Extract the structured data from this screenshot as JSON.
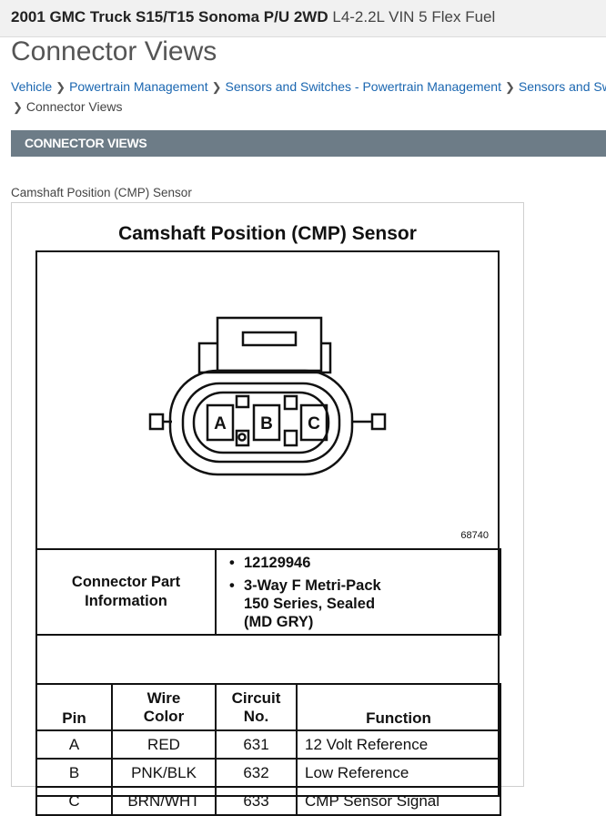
{
  "vehicle": {
    "title_bold": "2001 GMC Truck S15/T15 Sonoma P/U 2WD",
    "title_engine": "L4-2.2L VIN 5 Flex Fuel"
  },
  "page_title": "Connector Views",
  "breadcrumb": {
    "items": [
      "Vehicle",
      "Powertrain Management",
      "Sensors and Switches - Powertrain Management",
      "Sensors and Sw"
    ],
    "current": "Connector Views"
  },
  "section_header": "CONNECTOR VIEWS",
  "figure": {
    "caption": "Camshaft Position (CMP) Sensor",
    "diagram_title": "Camshaft Position (CMP) Sensor",
    "figure_number": "68740",
    "pin_letters": [
      "A",
      "B",
      "C"
    ]
  },
  "connector_info": {
    "label_line1": "Connector Part",
    "label_line2": "Information",
    "part_number": "12129946",
    "desc_line1": "3-Way F Metri-Pack",
    "desc_line2": "150 Series, Sealed",
    "desc_line3": "(MD GRY)"
  },
  "pin_table": {
    "headers": {
      "pin": "Pin",
      "wire_line1": "Wire",
      "wire_line2": "Color",
      "circuit_line1": "Circuit",
      "circuit_line2": "No.",
      "function": "Function"
    },
    "rows": [
      {
        "pin": "A",
        "color": "RED",
        "circuit": "631",
        "function": "12 Volt Reference"
      },
      {
        "pin": "B",
        "color": "PNK/BLK",
        "circuit": "632",
        "function": "Low Reference"
      },
      {
        "pin": "C",
        "color": "BRN/WHT",
        "circuit": "633",
        "function": "CMP Sensor Signal"
      }
    ]
  },
  "colors": {
    "link": "#1a66b0",
    "section_bar": "#6d7c87",
    "topbar": "#f1f1f1"
  }
}
